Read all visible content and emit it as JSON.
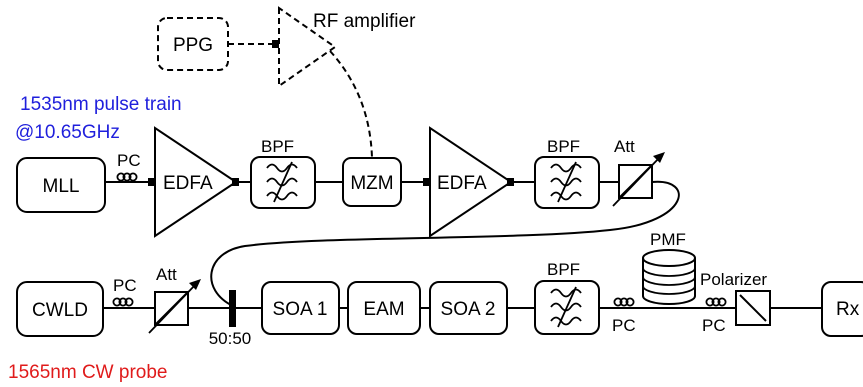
{
  "annotations": {
    "pulse_train_line1": "1535nm pulse train",
    "pulse_train_line2": "@10.65GHz",
    "cw_probe": "1565nm CW probe"
  },
  "colors": {
    "pulse_train": "#1f1fdc",
    "cw_probe": "#e01b1b"
  },
  "components": {
    "ppg": "PPG",
    "rf_amplifier": "RF amplifier",
    "mll": "MLL",
    "edfa_1": "EDFA",
    "bpf_1": "BPF",
    "mzm": "MZM",
    "edfa_2": "EDFA",
    "bpf_2": "BPF",
    "att_1": "Att",
    "cwld": "CWLD",
    "att_2": "Att",
    "coupler": "50:50",
    "soa_1": "SOA 1",
    "eam": "EAM",
    "soa_2": "SOA 2",
    "bpf_3": "BPF",
    "pmf": "PMF",
    "polarizer": "Polarizer",
    "rx": "Rx"
  },
  "polarization_controllers": {
    "pc_1": "PC",
    "pc_2": "PC",
    "pc_3": "PC",
    "pc_4": "PC"
  }
}
